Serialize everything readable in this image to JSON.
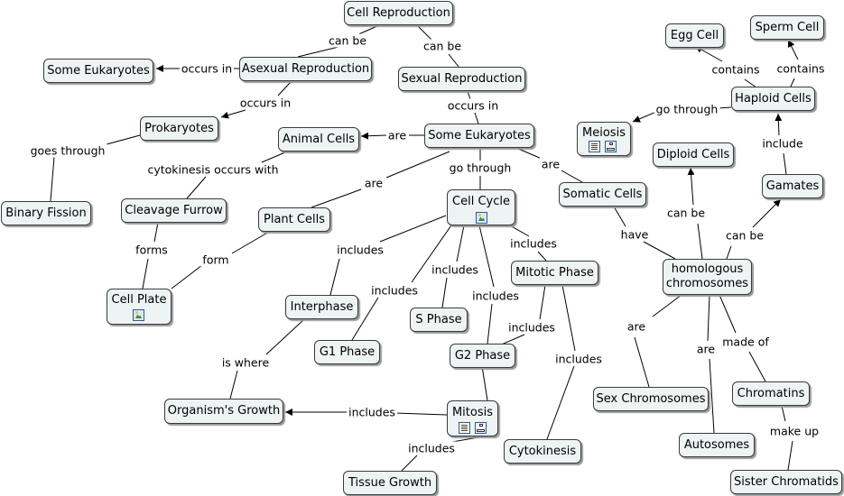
{
  "concepts": {
    "cell_reproduction": "Cell Reproduction",
    "asexual_reproduction": "Asexual Reproduction",
    "sexual_reproduction": "Sexual Reproduction",
    "some_eukaryotes_left": "Some Eukaryotes",
    "prokaryotes": "Prokaryotes",
    "binary_fission": "Binary Fission",
    "animal_cells": "Animal Cells",
    "some_eukaryotes_center": "Some Eukaryotes",
    "cleavage_furrow": "Cleavage Furrow",
    "plant_cells": "Plant Cells",
    "cell_plate": "Cell Plate",
    "cell_cycle": "Cell Cycle",
    "interphase": "Interphase",
    "s_phase": "S Phase",
    "g1_phase": "G1 Phase",
    "g2_phase": "G2 Phase",
    "mitotic_phase": "Mitotic Phase",
    "organisms_growth": "Organism's Growth",
    "mitosis": "Mitosis",
    "tissue_growth": "Tissue Growth",
    "cytokinesis": "Cytokinesis",
    "somatic_cells": "Somatic Cells",
    "meiosis": "Meiosis",
    "egg_cell": "Egg Cell",
    "sperm_cell": "Sperm Cell",
    "haploid_cells": "Haploid Cells",
    "diploid_cells": "Diploid Cells",
    "gamates": "Gamates",
    "homologous_chromosomes": "homologous chromosomes",
    "sex_chromosomes": "Sex Chromosomes",
    "autosomes": "Autosomes",
    "chromatins": "Chromatins",
    "sister_chromatids": "Sister Chromatids"
  },
  "links": {
    "can_be_left": "can be",
    "can_be_right": "can be",
    "occurs_in_left": "occurs in",
    "occurs_in_down": "occurs in",
    "occurs_in_sexual": "occurs in",
    "goes_through": "goes through",
    "are_animal": "are",
    "cytokinesis_occurs_with": "cytokinesis occurs with",
    "go_through_cycle": "go through",
    "are_plant": "are",
    "are_somatic": "are",
    "forms": "forms",
    "form": "form",
    "includes_interphase": "includes",
    "includes_g1": "includes",
    "includes_s": "includes",
    "includes_g2": "includes",
    "includes_mitotic": "includes",
    "includes_mitosis_from_mitotic": "includes",
    "includes_cytokinesis": "includes",
    "is_where": "is where",
    "includes_organisms_growth": "includes",
    "includes_tissue_growth": "includes",
    "go_through_meiosis": "go through",
    "contains_egg": "contains",
    "contains_sperm": "contains",
    "include_gamates": "include",
    "have": "have",
    "can_be_diploid": "can be",
    "can_be_gamates": "can be",
    "are_sex": "are",
    "are_autosomes": "are",
    "made_of": "made of",
    "make_up": "make up"
  },
  "icons": {
    "cell_plate": [
      "image-icon"
    ],
    "cell_cycle": [
      "image-icon"
    ],
    "meiosis": [
      "document-icon",
      "concept-map-icon"
    ],
    "mitosis": [
      "document-icon",
      "concept-map-icon"
    ]
  }
}
